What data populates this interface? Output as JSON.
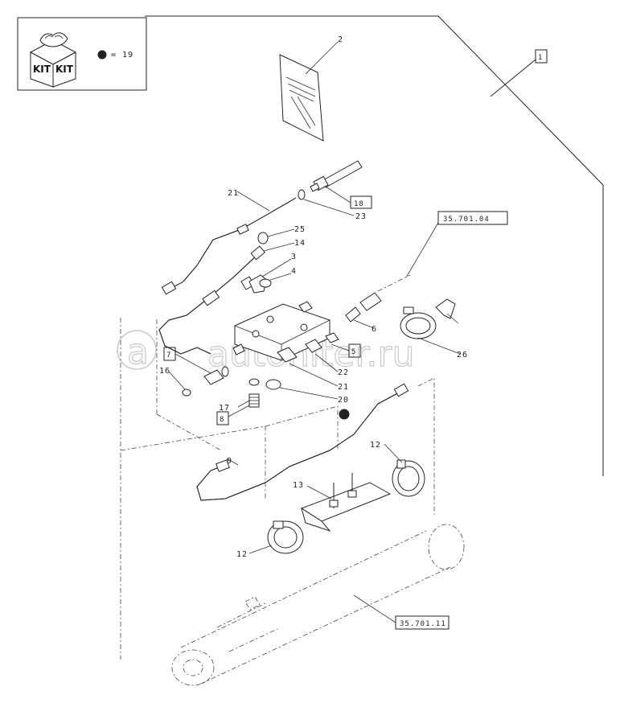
{
  "kit": {
    "logo_word_1": "KIT",
    "logo_word_2": "KIT",
    "legend_text": "= 19"
  },
  "watermark": "autoniter.ru",
  "callouts": {
    "c1": "1",
    "c2": "2",
    "c3": "3",
    "c4": "4",
    "c5": "5",
    "c8": "8",
    "c9": "9",
    "c12a": "12",
    "c12b": "12",
    "c13": "13",
    "c14": "14",
    "c16": "16",
    "c17": "17",
    "c18": "18",
    "c20": "20",
    "c21a": "21",
    "c21b": "21",
    "c22": "22",
    "c23": "23",
    "c25": "25",
    "c26": "26",
    "c6": "6",
    "c7": "7"
  },
  "references": {
    "ref_top": "35.701.04",
    "ref_bottom": "35.701.11"
  }
}
